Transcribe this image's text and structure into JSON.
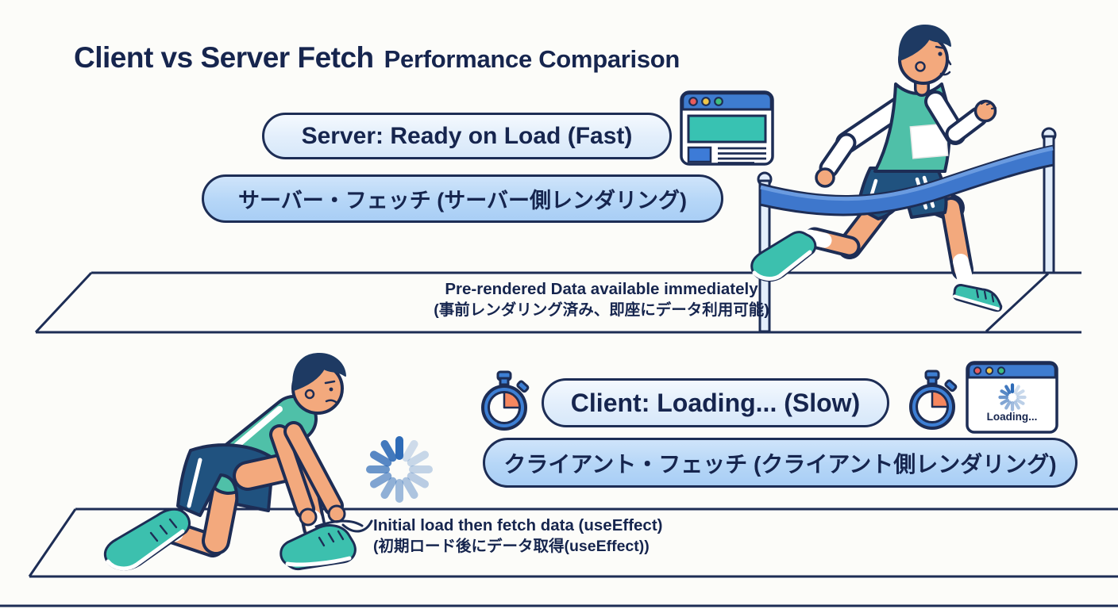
{
  "title": {
    "main": "Client vs Server Fetch",
    "sub": "Performance Comparison"
  },
  "server_row": {
    "label_en": "Server: Ready on Load (Fast)",
    "label_ja": "サーバー・フェッチ (サーバー側レンダリング)",
    "caption_en": "Pre-rendered Data available immediately",
    "caption_ja": "(事前レンダリング済み、即座にデータ利用可能)"
  },
  "client_row": {
    "label_en": "Client: Loading... (Slow)",
    "label_ja": "クライアント・フェッチ (クライアント側レンダリング)",
    "caption_en": "Initial load then fetch data (useEffect)",
    "caption_ja": "(初期ロード後にデータ取得(useEffect))",
    "mini_browser_label": "Loading..."
  },
  "icons": [
    "browser-window-icon",
    "stopwatch-icon",
    "loading-spinner-icon",
    "browser-loading-icon",
    "finish-line-ribbon",
    "runner-illustration",
    "crouching-runner-illustration"
  ],
  "colors": {
    "ink_navy": "#1d2d55",
    "text_navy": "#16254e",
    "blue": "#3e7cd0",
    "ribbon_blue": "#3e77cc",
    "teal": "#38c2b2",
    "orange": "#f5875f",
    "pill_light_blue": "#d7e8fa",
    "pill_medium_blue": "#b5d6f7",
    "skin": "#f3a97d",
    "shorts_navy": "#20527f",
    "hair_navy": "#1e3a63",
    "background": "#fcfcf9"
  }
}
